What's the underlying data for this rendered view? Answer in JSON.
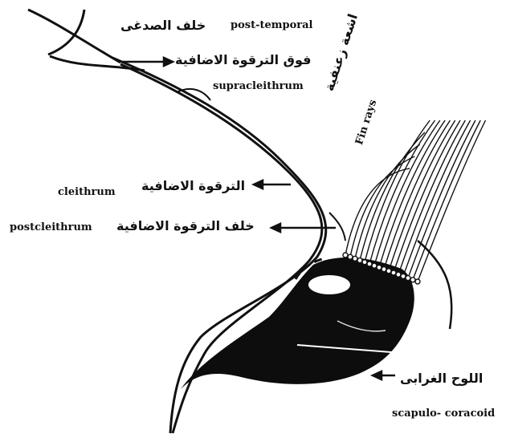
{
  "labels": {
    "post_temporal_ar": "خلف الصدغى",
    "post_temporal_en": "post-temporal",
    "supracleithrum_ar": "فوق الترقوة الاضافية",
    "supracleithrum_en": "supracleithrum",
    "fin_rays_ar": "اشعة زعنفية",
    "fin_rays_en": "Fin rays",
    "cleithrum_ar": "الترقوة الاضافية",
    "cleithrum_en": "cleithrum",
    "postcleithrum_en": "postcleithrum",
    "postcleithrum_ar": "خلف الترقوة الاضافية",
    "scapulo_coracoid_ar": "اللوح الغرابى",
    "scapulo_coracoid_en": "scapulo- coracoid"
  },
  "colors": {
    "ink": "#111111",
    "paper": "#ffffff"
  }
}
